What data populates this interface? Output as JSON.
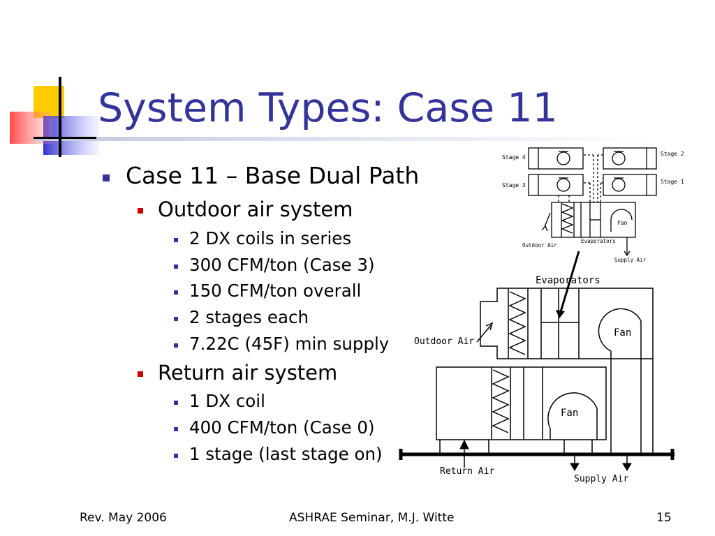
{
  "slide": {
    "title": "System Types: Case 11",
    "bullets": {
      "l1": "Case 11 – Base Dual Path",
      "outdoor_heading": "Outdoor air system",
      "outdoor_items": [
        "2 DX coils in series",
        "300 CFM/ton (Case 3)",
        "150 CFM/ton overall",
        "2 stages each",
        "7.22C (45F) min supply"
      ],
      "return_heading": "Return air system",
      "return_items": [
        "1 DX coil",
        "400 CFM/ton (Case 0)",
        "1 stage (last stage on)"
      ]
    }
  },
  "diagram": {
    "inset": {
      "stage4": "Stage 4",
      "stage3": "Stage 3",
      "stage2": "Stage 2",
      "stage1": "Stage 1",
      "fan": "Fan",
      "evaporators": "Evaporators",
      "outdoor_air": "Outdoor Air",
      "supply_air": "Supply Air"
    },
    "main": {
      "evaporators": "Evaporators",
      "outdoor_air": "Outdoor Air",
      "fan_upper": "Fan",
      "fan_lower": "Fan",
      "return_air": "Return Air",
      "supply_air": "Supply Air"
    }
  },
  "footer": {
    "left": "Rev. May 2006",
    "center": "ASHRAE Seminar, M.J. Witte",
    "page": "15"
  },
  "colors": {
    "title": "#333399",
    "bullet_l1": "#333399",
    "bullet_l2": "#cc0000",
    "deco_yellow": "#ffcc00",
    "deco_red": "#ff3333",
    "deco_blue": "#3333cc"
  }
}
